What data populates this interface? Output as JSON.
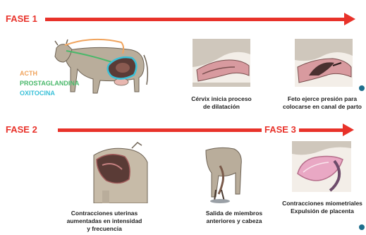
{
  "phases": {
    "fase1": "FASE 1",
    "fase2": "FASE 2",
    "fase3": "FASE 3"
  },
  "legend": [
    {
      "label": "ACTH",
      "color": "#f0a35c"
    },
    {
      "label": "PROSTAGLANDINA",
      "color": "#49b86a"
    },
    {
      "label": "OXITOCINA",
      "color": "#39c0d8"
    }
  ],
  "captions": {
    "cervix": "Cérvix inicia proceso\nde dilatación",
    "feto": "Feto ejerce presión para\ncolocarse en canal de parto",
    "contracciones": "Contracciones uterinas\naumentadas en intensidad\ny frecuencia",
    "salida": "Salida de miembros\nanteriores y cabeza",
    "placenta": "Contracciones miometriales\nExpulsión de placenta"
  },
  "colors": {
    "accent_red": "#e8322a",
    "dot_blue": "#1f6e8c"
  }
}
